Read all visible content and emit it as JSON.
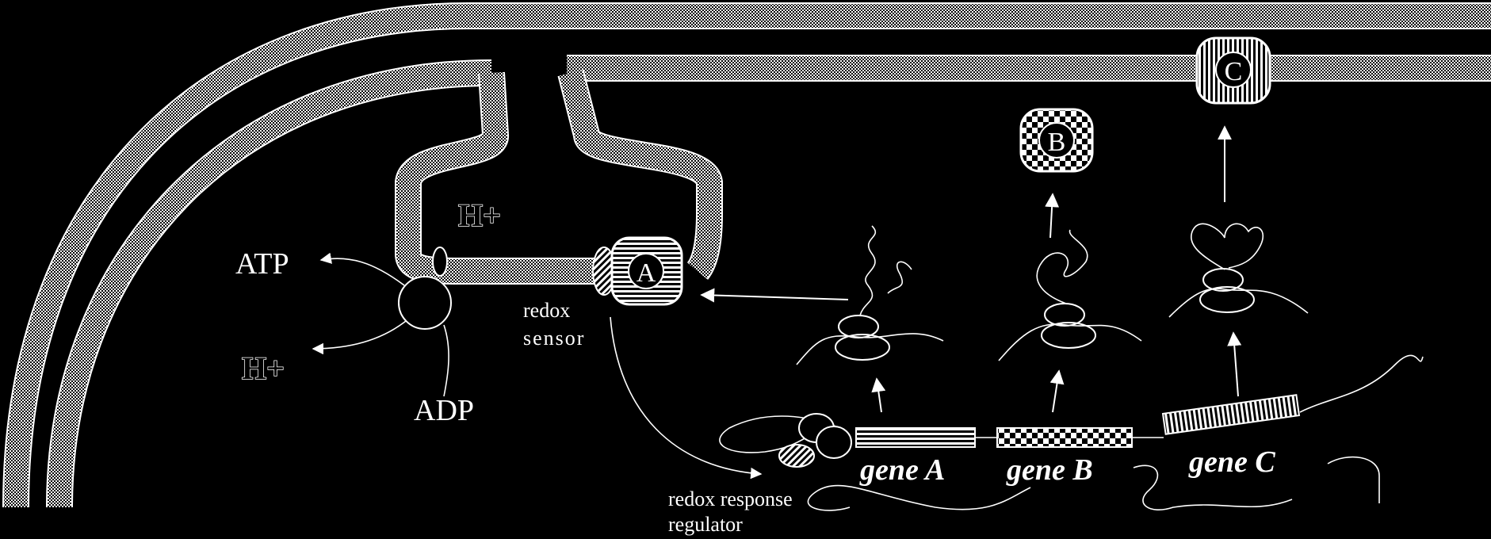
{
  "labels": {
    "atp": "ATP",
    "adp": "ADP",
    "h_plus_top": "H+",
    "h_plus_bottom": "H+",
    "redox_sensor_line1": "redox",
    "redox_sensor_line2": "sensor",
    "regulator_line1": "redox response",
    "regulator_line2": "regulator",
    "gene_a": "gene A",
    "gene_b": "gene B",
    "gene_c": "gene C",
    "protein_a": "A",
    "protein_b": "B",
    "protein_c": "C"
  },
  "colors": {
    "background": "#000000",
    "foreground": "#ffffff"
  }
}
